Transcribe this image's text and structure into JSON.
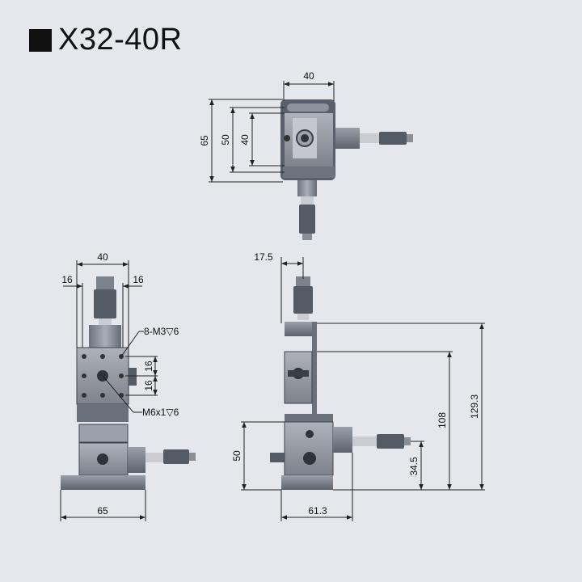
{
  "title": {
    "model": "X32-40R"
  },
  "top_view": {
    "dim_width": "40",
    "dim_h_outer": "65",
    "dim_h_mid": "50",
    "dim_h_inner": "40"
  },
  "front_view": {
    "dim_width": "40",
    "dim_left": "16",
    "dim_right": "16",
    "dim_base": "65",
    "dim_hole_a": "16",
    "dim_hole_b": "16",
    "callout_m3": "8-M3▽6",
    "callout_m6": "M6x1▽6"
  },
  "side_view": {
    "dim_offset": "17.5",
    "dim_height_total": "129.3",
    "dim_height_mid": "108",
    "dim_height_low": "34.5",
    "dim_height_left": "50",
    "dim_base": "61.3"
  }
}
